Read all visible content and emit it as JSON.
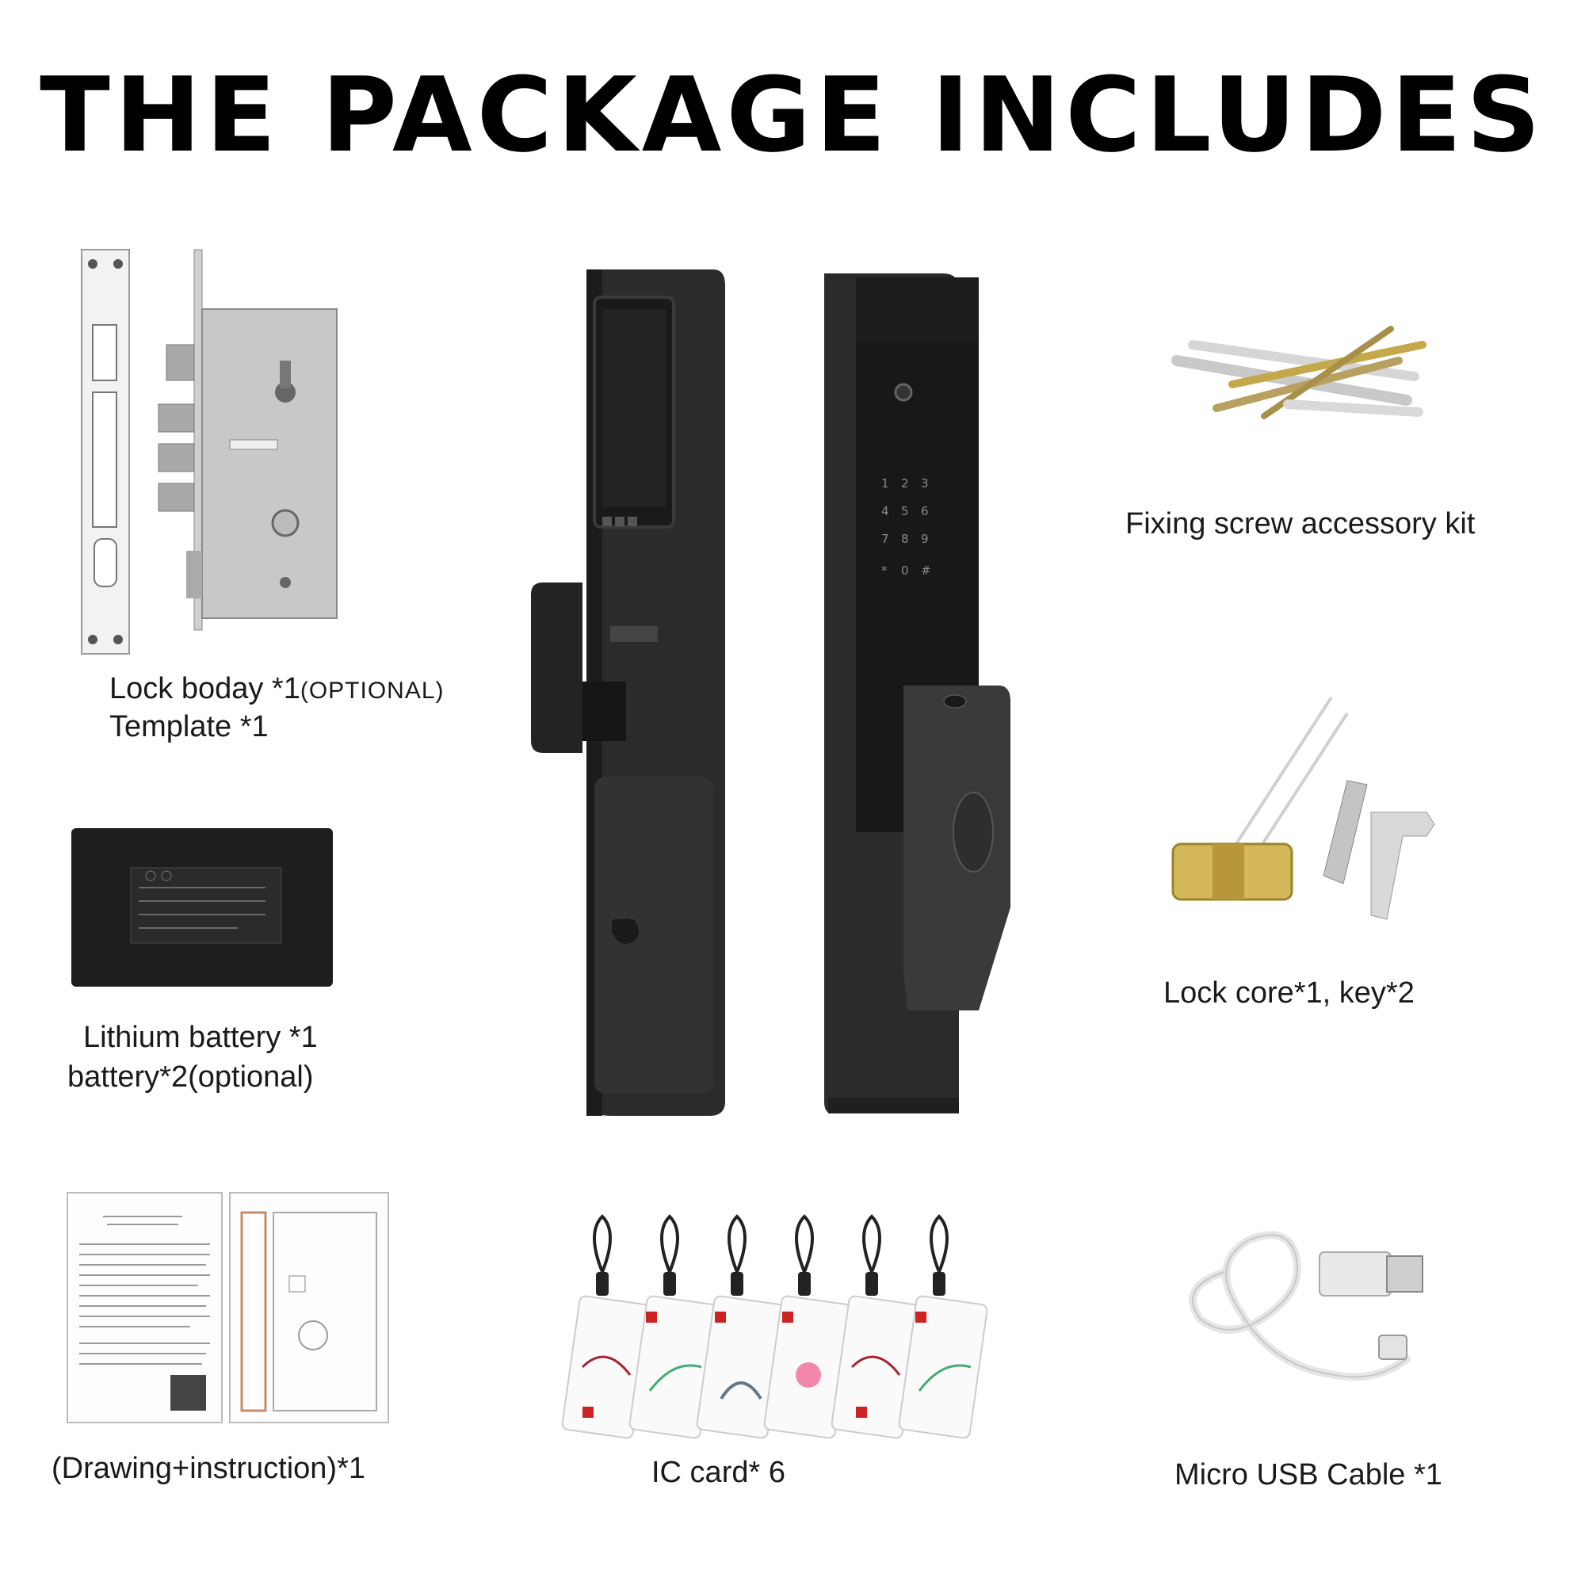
{
  "title": "THE PACKAGE INCLUDES",
  "items": {
    "lock_body": {
      "line1": "Lock boday *1",
      "line1_note": "(OPTIONAL)",
      "line2": "Template *1"
    },
    "battery": {
      "line1": "Lithium battery *1",
      "line2": "battery*2(optional)"
    },
    "instructions": {
      "label": "(Drawing+instruction)*1"
    },
    "screws": {
      "label": "Fixing screw accessory kit"
    },
    "lock_core": {
      "label": "Lock core*1, key*2"
    },
    "ic_card": {
      "label": "IC card* 6"
    },
    "usb_cable": {
      "label": "Micro USB Cable *1"
    }
  },
  "keypad": [
    "1",
    "2",
    "3",
    "4",
    "5",
    "6",
    "7",
    "8",
    "9",
    "*",
    "0",
    "#"
  ],
  "colors": {
    "lock_body": "#2b2b2d",
    "brass": "#d4b85a",
    "steel": "#c9c9c9"
  }
}
